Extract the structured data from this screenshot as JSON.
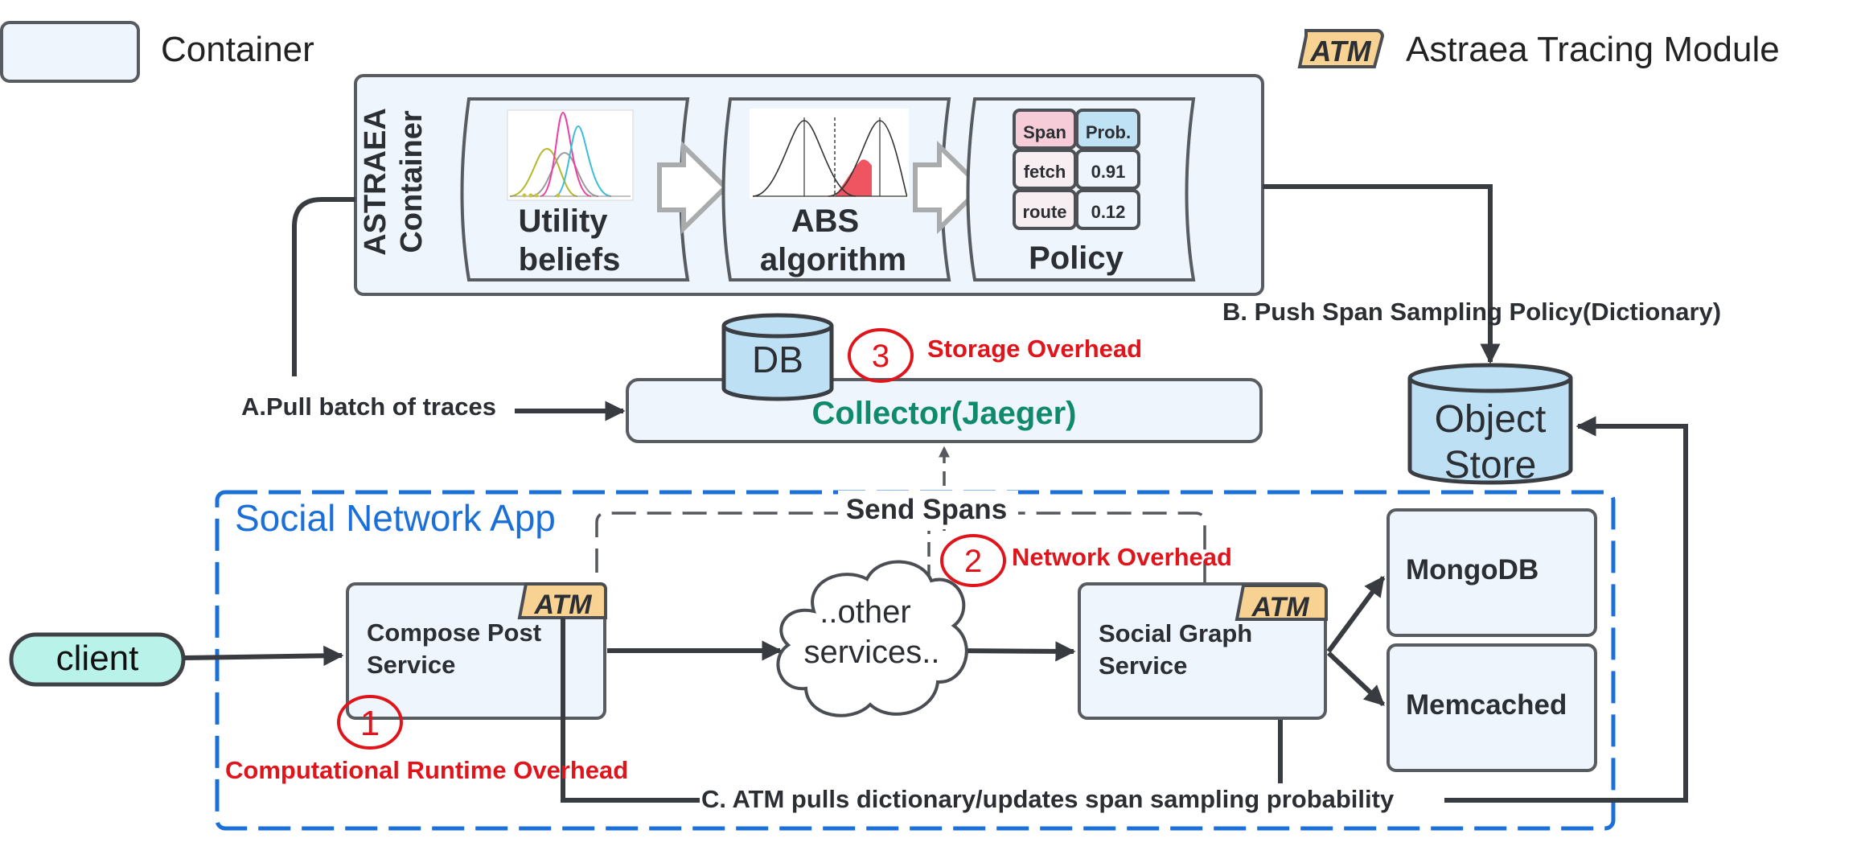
{
  "legend": {
    "container_label": "Container",
    "atm_badge": "ATM",
    "atm_label": "Astraea Tracing Module"
  },
  "astraea": {
    "title_line1": "ASTRAEA",
    "title_line2": "Container",
    "stages": [
      {
        "line1": "Utility",
        "line2": "beliefs"
      },
      {
        "line1": "ABS",
        "line2": "algorithm"
      },
      {
        "line1": "Policy",
        "line2": ""
      }
    ],
    "policy_table": {
      "headers": [
        "Span",
        "Prob."
      ],
      "rows": [
        [
          "fetch",
          "0.91"
        ],
        [
          "route",
          "0.12"
        ]
      ]
    }
  },
  "db_label": "DB",
  "collector_label": "Collector(Jaeger)",
  "object_store": {
    "line1": "Object",
    "line2": "Store"
  },
  "edges": {
    "pull_traces": "A.Pull batch of traces",
    "push_policy": "B. Push Span Sampling Policy(Dictionary)",
    "atm_pull": "C. ATM pulls dictionary/updates span sampling probability",
    "send_spans": "Send Spans"
  },
  "overheads": [
    {
      "num": "1",
      "label": "Computational Runtime Overhead"
    },
    {
      "num": "2",
      "label": "Network Overhead"
    },
    {
      "num": "3",
      "label": "Storage Overhead"
    }
  ],
  "app": {
    "title": "Social Network App",
    "client": "client",
    "compose_line1": "Compose Post",
    "compose_line2": "Service",
    "other_line1": "..other",
    "other_line2": "services..",
    "social_line1": "Social Graph",
    "social_line2": "Service",
    "mongodb": "MongoDB",
    "memcached": "Memcached"
  },
  "colors": {
    "container_fill": "#eef5fc",
    "atm_fill": "#f7d293",
    "client_fill": "#b9f2e8",
    "db_fill": "#bde0f5",
    "policy_span_header": "#f6ccd8",
    "policy_prob_header": "#bfe3f5",
    "policy_cell": "#f7eef2",
    "collector_text": "#0f8a6d",
    "app_border": "#1a6fd8",
    "overhead_red": "#e0141b"
  }
}
